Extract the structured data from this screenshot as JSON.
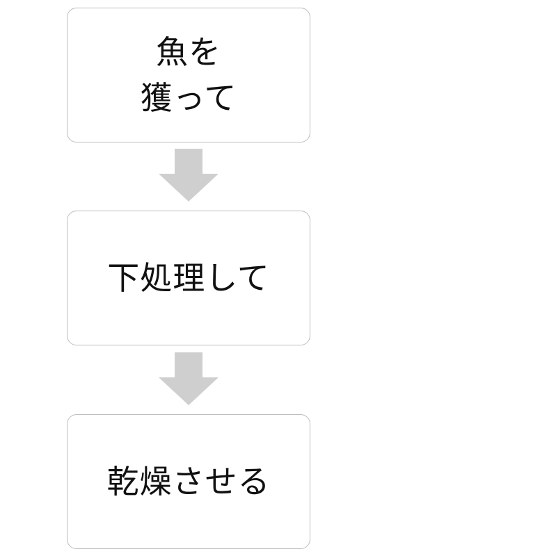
{
  "colors": {
    "box_border": "#bdbdbd",
    "arrow_fill": "#cfcfcf",
    "text": "#111111",
    "background": "#ffffff"
  },
  "steps": [
    {
      "lines": [
        "魚を",
        "獲って"
      ]
    },
    {
      "lines": [
        "下処理して"
      ]
    },
    {
      "lines": [
        "乾燥させる"
      ]
    }
  ],
  "arrows": [
    {
      "direction": "down",
      "icon": "arrow-down-icon"
    },
    {
      "direction": "down",
      "icon": "arrow-down-icon"
    }
  ]
}
